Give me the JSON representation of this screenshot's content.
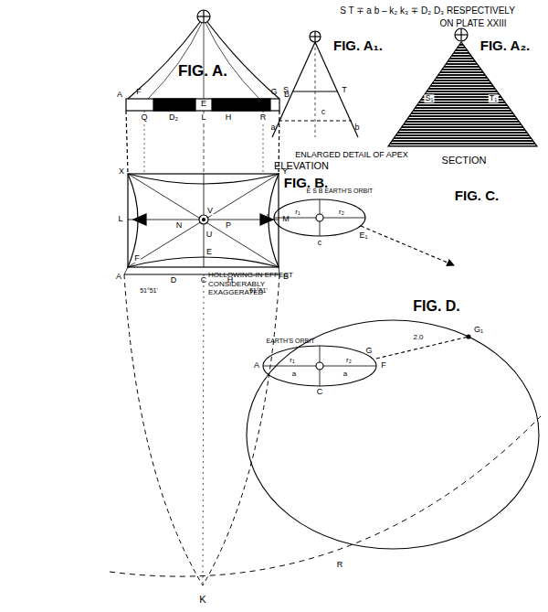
{
  "diagram": {
    "labels": [
      "S T ∓ a b – k₂ k₃ ∓ D₂ D₃ RESPECTIVELY",
      "ON PLATE XXIII",
      "FIG. A.",
      "FIG. A₁.",
      "FIG. A₂.",
      "ENLARGED DETAIL OF APEX",
      "ELEVATION",
      "SECTION",
      "FIG. B.",
      "FIG. C.",
      "E S B EARTH'S ORBIT",
      "HOLLOWING-IN EFFECT CONSIDERABLY EXAGGERATED",
      "FIG. D.",
      "EARTH'S ORBIT",
      "K",
      "A",
      "F",
      "E",
      "G",
      "B",
      "Q",
      "D₂",
      "L",
      "H",
      "R",
      "X",
      "Y",
      "L",
      "M",
      "N",
      "V",
      "P",
      "U",
      "E",
      "F",
      "A",
      "D",
      "C",
      "H",
      "B",
      "51°51'",
      "51°51'",
      "S",
      "T",
      "a",
      "b",
      "c",
      "S₁",
      "T₁",
      "A",
      "r₁",
      "r₂",
      "c",
      "E₁",
      "A",
      "r₁",
      "r₂",
      "F",
      "G",
      "C",
      "a",
      "a",
      "2.0",
      "G₁",
      "R"
    ]
  }
}
